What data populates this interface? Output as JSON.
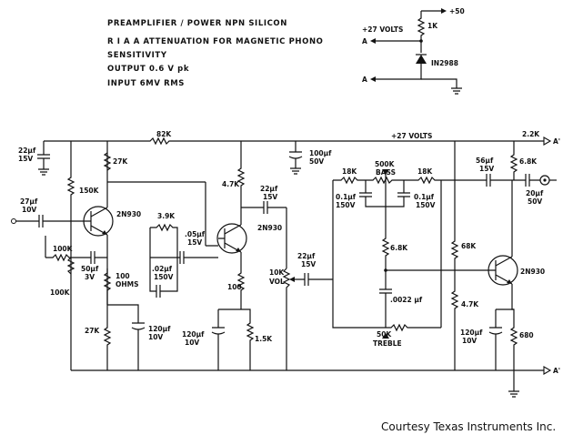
{
  "description": {
    "line1": "PREAMPLIFIER / POWER NPN SILICON",
    "line2": "R I A A  ATTENUATION FOR MAGNETIC PHONO",
    "line3": "SENSITIVITY",
    "line4": "OUTPUT  0.6 V pk",
    "line5": "INPUT  6MV  RMS"
  },
  "inset": {
    "supply": "+50",
    "rail": "+27 VOLTS",
    "resistor": "1K",
    "zener": "IN2988",
    "node_a": "A",
    "node_a2": "A"
  },
  "labels": {
    "rail": "+27 VOLTS",
    "r_82k": "82K",
    "c_in_1": "22µf",
    "c_in_2": "15V",
    "c_coup_1": "27µf",
    "c_coup_2": "10V",
    "r_150k": "150K",
    "r_27k_top": "27K",
    "q1": "2N930",
    "r_100k_h": "100K",
    "r_100k_v": "100K",
    "c_50_1": "50µf",
    "c_50_2": "3V",
    "r_100ohm_1": "100",
    "r_100ohm_2": "OHMS",
    "r_27k_bot": "27K",
    "c_120a_1": "120µf",
    "c_120a_2": "10V",
    "r_39k": "3.9K",
    "c_05_1": ".05µf",
    "c_05_2": "15V",
    "c_02_1": ".02µf",
    "c_02_2": "150V",
    "r_47k_a": "4.7K",
    "q2": "2N930",
    "c_22b_1": "22µf",
    "c_22b_2": "15V",
    "r_100": "100",
    "c_120b_1": "120µf",
    "c_120b_2": "10V",
    "r_15k": "1.5K",
    "c_100_1": "100µf",
    "c_100_2": "50V",
    "vol_1": "10K",
    "vol_2": "VOL",
    "c_22c_1": "22µf",
    "c_22c_2": "15V",
    "r_18k_l": "18K",
    "r_18k_r": "18K",
    "bass_1": "500K",
    "bass_2": "BASS",
    "c_01l_1": "0.1µf",
    "c_01l_2": "150V",
    "c_01r_1": "0.1µf",
    "c_01r_2": "150V",
    "r_68k_a": "6.8K",
    "c_0022": ".0022 µf",
    "treble_1": "50K",
    "treble_2": "TREBLE",
    "r_68k_b": "68K",
    "r_47k_b": "4.7K",
    "c_56_1": "56µf",
    "c_56_2": "15V",
    "r_22k": "2.2K",
    "r_68k_c": "6.8K",
    "c_20_1": "20µf",
    "c_20_2": "50V",
    "q3": "2N930",
    "c_120c_1": "120µf",
    "c_120c_2": "10V",
    "r_680": "680",
    "node_a_top": "A'",
    "node_a_bot": "A'"
  },
  "credit": "Courtesy Texas Instruments Inc."
}
